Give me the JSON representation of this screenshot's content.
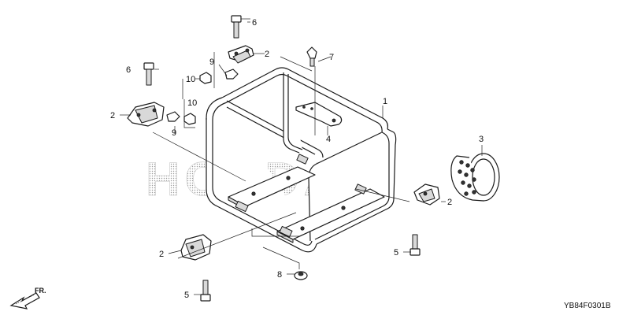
{
  "diagram": {
    "watermark": "HONDA",
    "direction_label": "FR.",
    "diagram_code": "YB84F0301B",
    "callouts": {
      "c1": "1",
      "c2_top": "2",
      "c2_left": "2",
      "c2_right": "2",
      "c2_bottom": "2",
      "c3": "3",
      "c4": "4",
      "c5_right": "5",
      "c5_bottom": "5",
      "c6_top": "6",
      "c6_left": "6",
      "c7": "7",
      "c8": "8",
      "c9_top": "9",
      "c9_left": "9",
      "c10_top": "10",
      "c10_mid": "10"
    },
    "colors": {
      "line": "#1a1a1a",
      "watermark": "#bdbdbd",
      "background": "#ffffff"
    }
  }
}
